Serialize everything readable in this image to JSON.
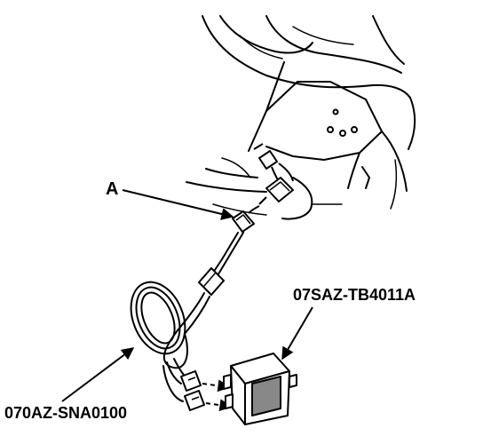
{
  "labels": {
    "connector": "A",
    "tester": "07SAZ-TB4011A",
    "harness": "070AZ-SNA0100"
  },
  "colors": {
    "ink": "#000000",
    "paper": "#ffffff"
  }
}
